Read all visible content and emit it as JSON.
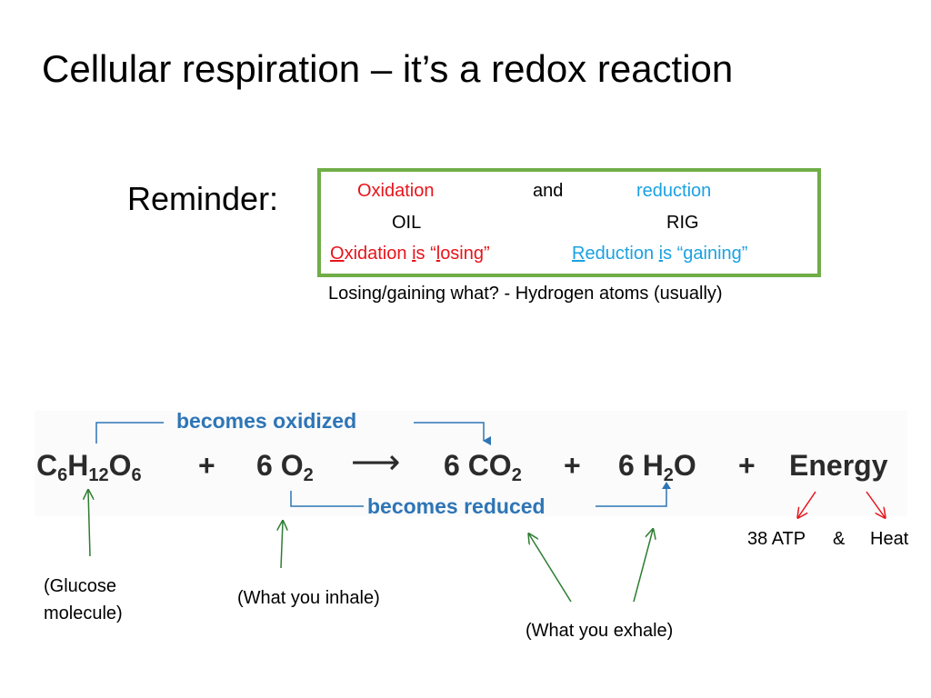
{
  "title": "Cellular respiration – it’s a redox reaction",
  "reminder": {
    "label": "Reminder:",
    "oxidation": "Oxidation",
    "and": "and",
    "reduction": "reduction",
    "oil": "OIL",
    "rig": "RIG",
    "oil_phrase": {
      "o": "O",
      "xidation": "xidation ",
      "i": "i",
      "s": "s “",
      "l": "l",
      "osing": "osing”"
    },
    "rig_phrase": {
      "r": "R",
      "eduction": "eduction ",
      "i": "i",
      "s": "s “",
      "g": "g",
      "aining": "aining”"
    },
    "question": "Losing/gaining what?   -  Hydrogen atoms (usually)"
  },
  "equation": {
    "glucose": {
      "c": "C",
      "c_sub": "6",
      "h": "H",
      "h_sub": "12",
      "o": "O",
      "o_sub": "6"
    },
    "plus": "+",
    "oxygen": {
      "coef": "6 O",
      "sub": "2"
    },
    "arrow": "⟶",
    "co2": {
      "coef": "6 CO",
      "sub": "2"
    },
    "water": {
      "coef": "6 H",
      "sub": "2",
      "o": "O"
    },
    "energy": "Energy",
    "becomes_oxidized": "becomes oxidized",
    "becomes_reduced": "becomes reduced"
  },
  "labels": {
    "glucose_line1": "(Glucose",
    "glucose_line2": "molecule)",
    "inhale": "(What you inhale)",
    "exhale": "(What you exhale)",
    "atp": "38 ATP",
    "amp": "&",
    "heat": "Heat"
  },
  "colors": {
    "green_border": "#70ad47",
    "red": "#e8141b",
    "blue": "#1ba1e2",
    "annotation_blue": "#2e75b6",
    "arrow_green": "#2e7d32"
  }
}
